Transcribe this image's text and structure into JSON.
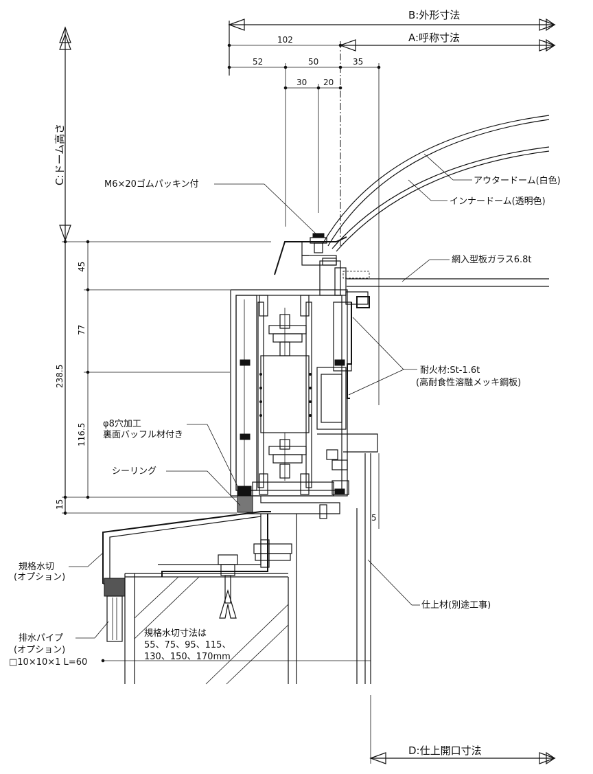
{
  "dimensions": {
    "b_label": "B:外形寸法",
    "a_label": "A:呼称寸法",
    "c_label": "C:ドーム高さ",
    "d_label": "D:仕上開口寸法",
    "top_102": "102",
    "top_52": "52",
    "top_50": "50",
    "top_35": "35",
    "top_30": "30",
    "top_20": "20",
    "v_45": "45",
    "v_77": "77",
    "v_238_5": "238.5",
    "v_116_5": "116.5",
    "v_15": "15",
    "small_5": "5"
  },
  "labels": {
    "bolt": "M6×20ゴムパッキン付",
    "outer_dome": "アウタードーム(白色)",
    "inner_dome": "インナードーム(透明色)",
    "glass": "網入型板ガラス6.8t",
    "fireproof_1": "耐火材:St-1.6t",
    "fireproof_2": "(高耐食性溶融メッキ鋼板)",
    "hole_1": "φ8穴加工",
    "hole_2": "裏面バッフル材付き",
    "sealing": "シーリング",
    "flashing_1": "規格水切",
    "flashing_2": "(オプション)",
    "drain_1": "排水パイプ",
    "drain_2": "(オプション)",
    "drain_3": "□10×10×1 L=60",
    "flash_dim_1": "規格水切寸法は",
    "flash_dim_2": "55、75、95、115、",
    "flash_dim_3": "130、150、170mm",
    "finish": "仕上材(別途工事)"
  }
}
